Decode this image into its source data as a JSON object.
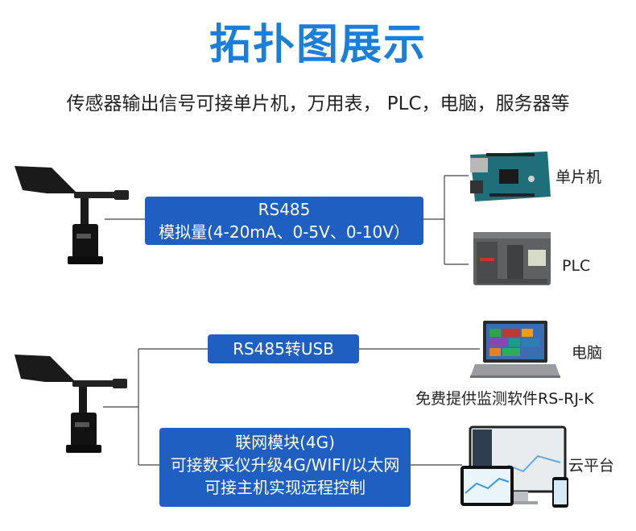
{
  "header": {
    "title": "拓扑图展示",
    "subtitle": "传感器输出信号可接单片机，万用表， PLC，电脑，服务器等"
  },
  "section1": {
    "box_line1": "RS485",
    "box_line2": "模拟量(4-20mA、0-5V、0-10V）",
    "target1_label": "单片机",
    "target2_label": "PLC"
  },
  "section2": {
    "usb_box": "RS485转USB",
    "computer_label": "电脑",
    "software_label": "免费提供监测软件RS-RJ-K",
    "net_line1": "联网模块(4G)",
    "net_line2": "可接数采仪升级4G/WIFI/以太网",
    "net_line3": "可接主机实现远程控制",
    "cloud_label": "云平台"
  },
  "colors": {
    "title": "#1a7fd9",
    "box": "#1f5fc2",
    "line": "#444444"
  }
}
